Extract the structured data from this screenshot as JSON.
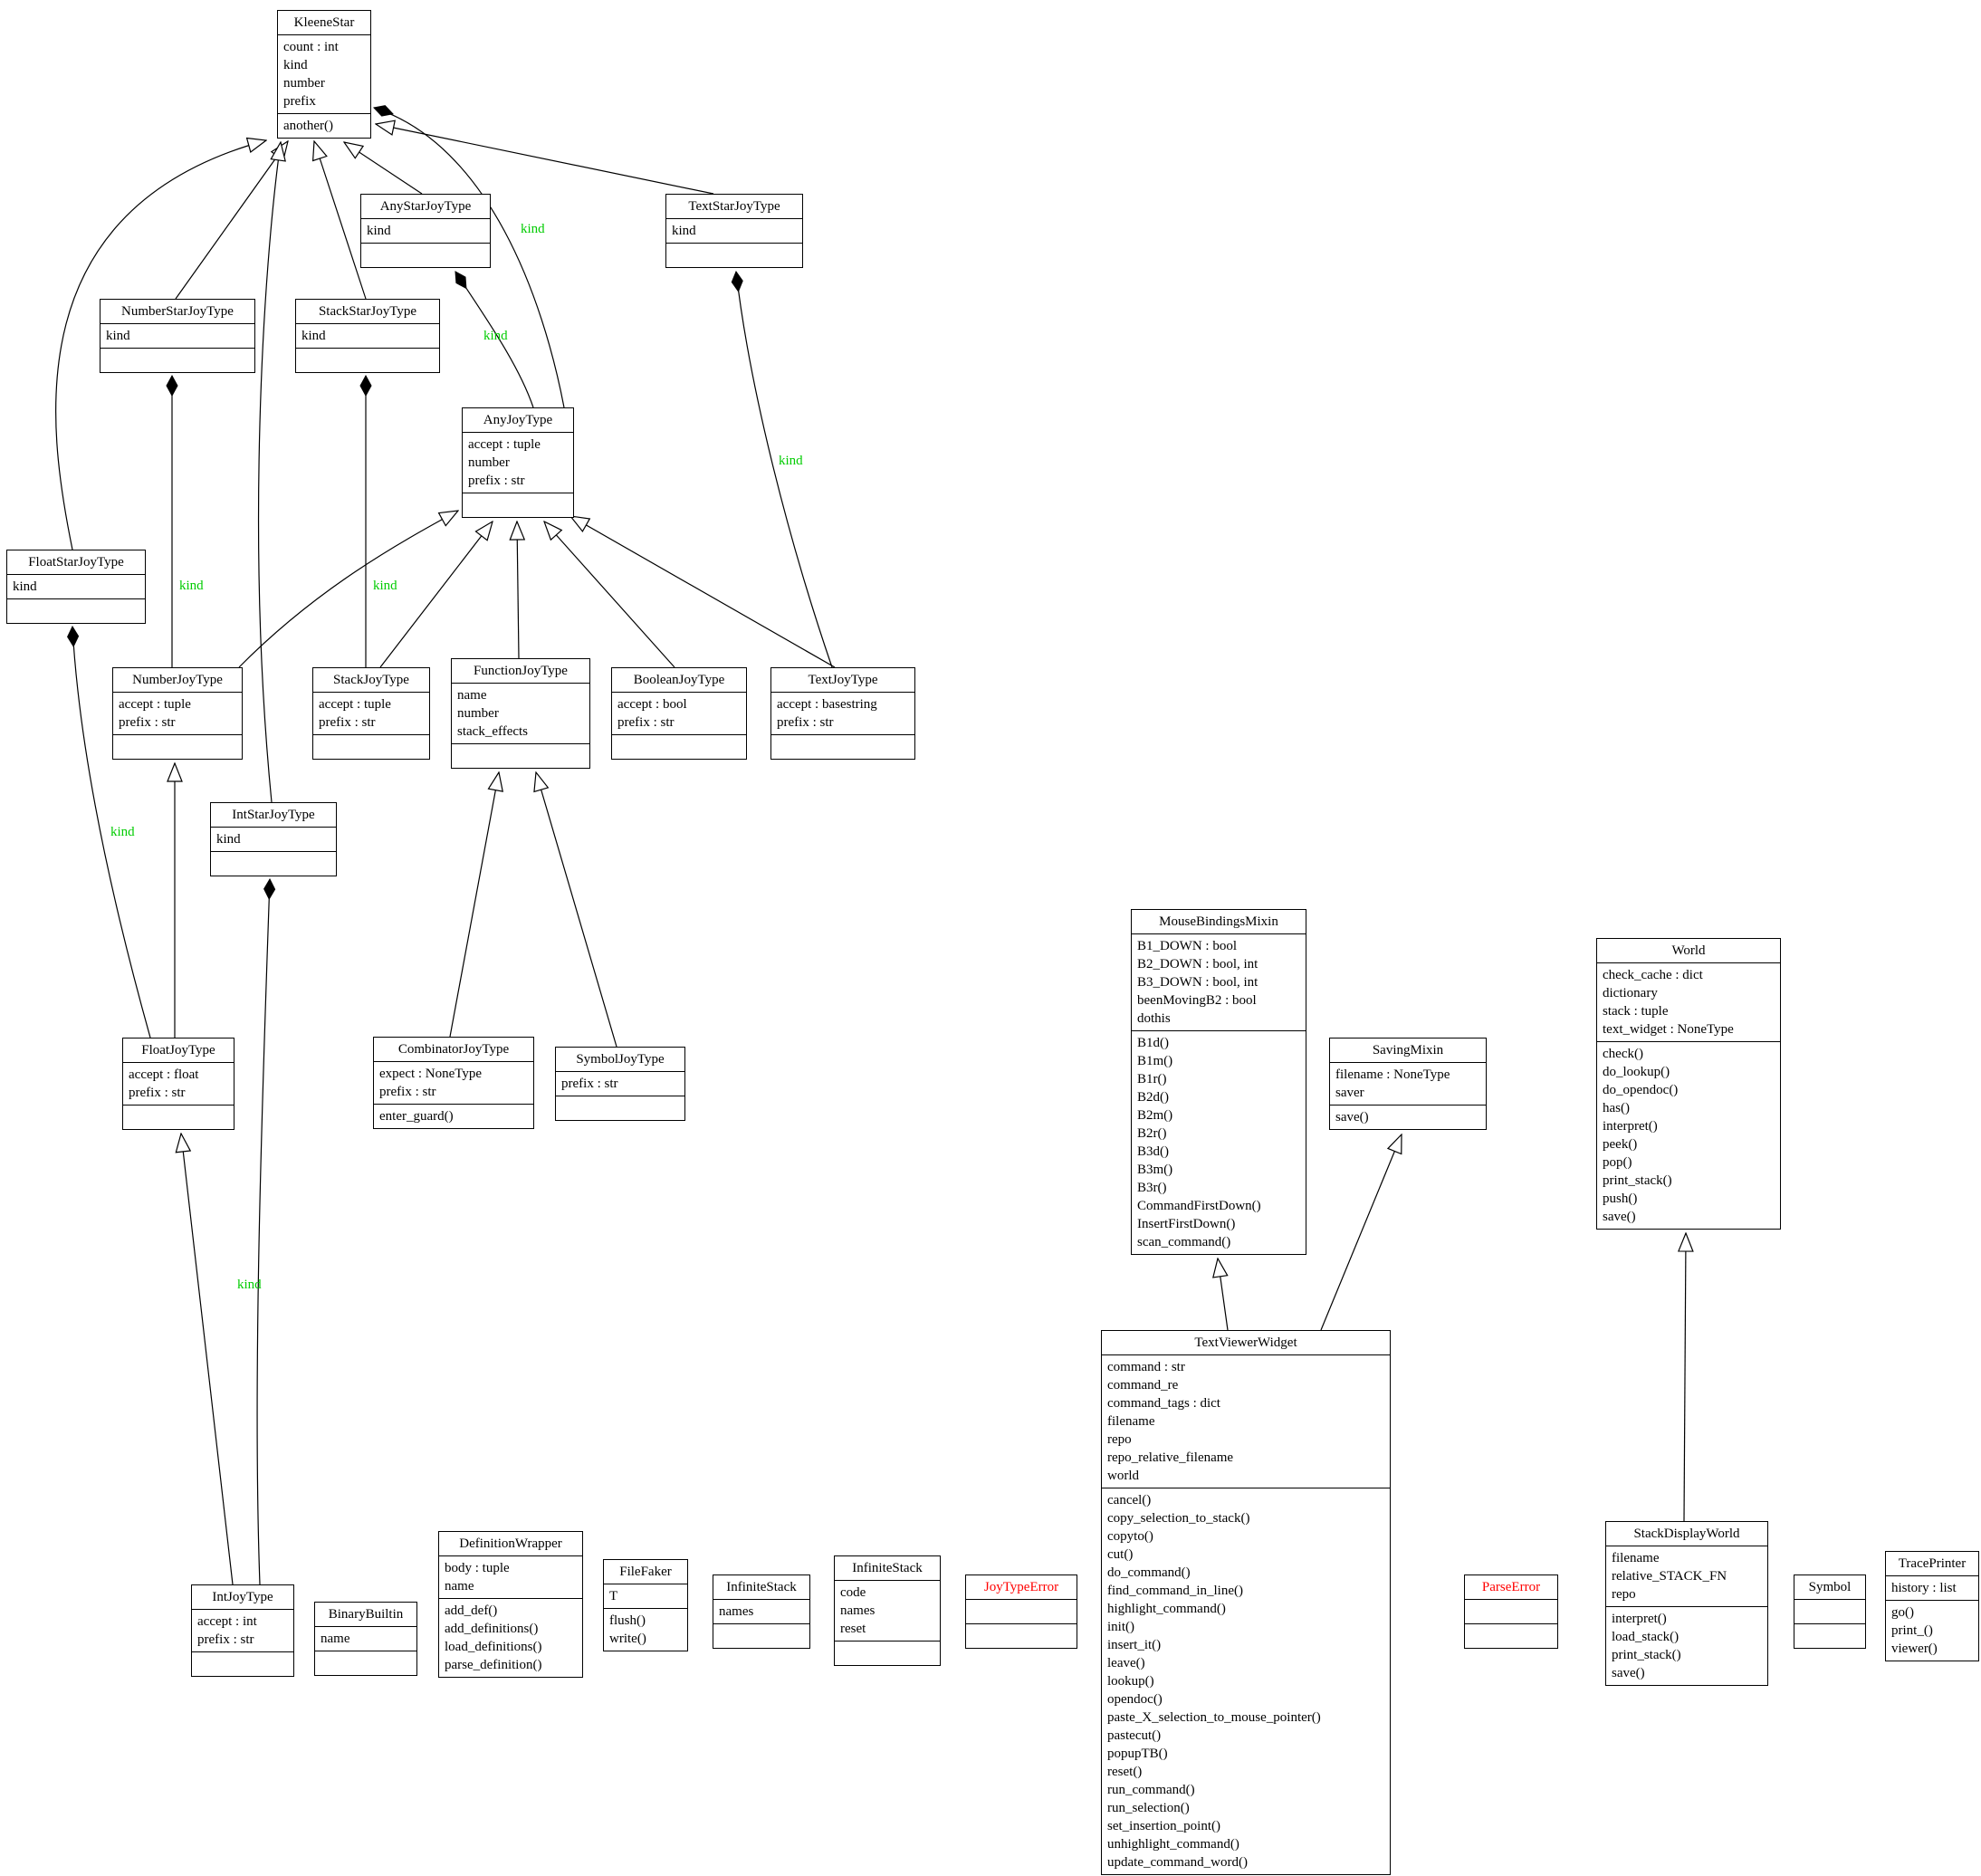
{
  "edge_label": "kind",
  "colors": {
    "error_class_title": "#ff0000",
    "kind_label": "#00cc00",
    "edge": "#000000",
    "box_border": "#000000",
    "box_background": "#ffffff"
  },
  "classes": {
    "KleeneStar": {
      "name": "KleeneStar",
      "attributes": [
        "count : int",
        "kind",
        "number",
        "prefix"
      ],
      "methods": [
        "another()"
      ]
    },
    "AnyStarJoyType": {
      "name": "AnyStarJoyType",
      "attributes": [
        "kind"
      ],
      "methods": []
    },
    "TextStarJoyType": {
      "name": "TextStarJoyType",
      "attributes": [
        "kind"
      ],
      "methods": []
    },
    "NumberStarJoyType": {
      "name": "NumberStarJoyType",
      "attributes": [
        "kind"
      ],
      "methods": []
    },
    "StackStarJoyType": {
      "name": "StackStarJoyType",
      "attributes": [
        "kind"
      ],
      "methods": []
    },
    "AnyJoyType": {
      "name": "AnyJoyType",
      "attributes": [
        "accept : tuple",
        "number",
        "prefix : str"
      ],
      "methods": []
    },
    "FloatStarJoyType": {
      "name": "FloatStarJoyType",
      "attributes": [
        "kind"
      ],
      "methods": []
    },
    "NumberJoyType": {
      "name": "NumberJoyType",
      "attributes": [
        "accept : tuple",
        "prefix : str"
      ],
      "methods": []
    },
    "StackJoyType": {
      "name": "StackJoyType",
      "attributes": [
        "accept : tuple",
        "prefix : str"
      ],
      "methods": []
    },
    "FunctionJoyType": {
      "name": "FunctionJoyType",
      "attributes": [
        "name",
        "number",
        "stack_effects"
      ],
      "methods": []
    },
    "BooleanJoyType": {
      "name": "BooleanJoyType",
      "attributes": [
        "accept : bool",
        "prefix : str"
      ],
      "methods": []
    },
    "TextJoyType": {
      "name": "TextJoyType",
      "attributes": [
        "accept : basestring",
        "prefix : str"
      ],
      "methods": []
    },
    "IntStarJoyType": {
      "name": "IntStarJoyType",
      "attributes": [
        "kind"
      ],
      "methods": []
    },
    "FloatJoyType": {
      "name": "FloatJoyType",
      "attributes": [
        "accept : float",
        "prefix : str"
      ],
      "methods": []
    },
    "CombinatorJoyType": {
      "name": "CombinatorJoyType",
      "attributes": [
        "expect : NoneType",
        "prefix : str"
      ],
      "methods": [
        "enter_guard()"
      ]
    },
    "SymbolJoyType": {
      "name": "SymbolJoyType",
      "attributes": [
        "prefix : str"
      ],
      "methods": []
    },
    "MouseBindingsMixin": {
      "name": "MouseBindingsMixin",
      "attributes": [
        "B1_DOWN : bool",
        "B2_DOWN : bool, int",
        "B3_DOWN : bool, int",
        "beenMovingB2 : bool",
        "dothis"
      ],
      "methods": [
        "B1d()",
        "B1m()",
        "B1r()",
        "B2d()",
        "B2m()",
        "B2r()",
        "B3d()",
        "B3m()",
        "B3r()",
        "CommandFirstDown()",
        "InsertFirstDown()",
        "scan_command()"
      ]
    },
    "SavingMixin": {
      "name": "SavingMixin",
      "attributes": [
        "filename : NoneType",
        "saver"
      ],
      "methods": [
        "save()"
      ]
    },
    "World": {
      "name": "World",
      "attributes": [
        "check_cache : dict",
        "dictionary",
        "stack : tuple",
        "text_widget : NoneType"
      ],
      "methods": [
        "check()",
        "do_lookup()",
        "do_opendoc()",
        "has()",
        "interpret()",
        "peek()",
        "pop()",
        "print_stack()",
        "push()",
        "save()"
      ]
    },
    "TextViewerWidget": {
      "name": "TextViewerWidget",
      "attributes": [
        "command : str",
        "command_re",
        "command_tags : dict",
        "filename",
        "repo",
        "repo_relative_filename",
        "world"
      ],
      "methods": [
        "cancel()",
        "copy_selection_to_stack()",
        "copyto()",
        "cut()",
        "do_command()",
        "find_command_in_line()",
        "highlight_command()",
        "init()",
        "insert_it()",
        "leave()",
        "lookup()",
        "opendoc()",
        "paste_X_selection_to_mouse_pointer()",
        "pastecut()",
        "popupTB()",
        "reset()",
        "run_command()",
        "run_selection()",
        "set_insertion_point()",
        "unhighlight_command()",
        "update_command_word()"
      ]
    },
    "IntJoyType": {
      "name": "IntJoyType",
      "attributes": [
        "accept : int",
        "prefix : str"
      ],
      "methods": []
    },
    "BinaryBuiltin": {
      "name": "BinaryBuiltin",
      "attributes": [
        "name"
      ],
      "methods": []
    },
    "DefinitionWrapper": {
      "name": "DefinitionWrapper",
      "attributes": [
        "body : tuple",
        "name"
      ],
      "methods": [
        "add_def()",
        "add_definitions()",
        "load_definitions()",
        "parse_definition()"
      ]
    },
    "FileFaker": {
      "name": "FileFaker",
      "attributes": [
        "T"
      ],
      "methods": [
        "flush()",
        "write()"
      ]
    },
    "InfiniteStack1": {
      "name": "InfiniteStack",
      "attributes": [
        "names"
      ],
      "methods": []
    },
    "InfiniteStack2": {
      "name": "InfiniteStack",
      "attributes": [
        "code",
        "names",
        "reset"
      ],
      "methods": []
    },
    "JoyTypeError": {
      "name": "JoyTypeError",
      "attributes": [],
      "methods": []
    },
    "ParseError": {
      "name": "ParseError",
      "attributes": [],
      "methods": []
    },
    "StackDisplayWorld": {
      "name": "StackDisplayWorld",
      "attributes": [
        "filename",
        "relative_STACK_FN",
        "repo"
      ],
      "methods": [
        "interpret()",
        "load_stack()",
        "print_stack()",
        "save()"
      ]
    },
    "Symbol": {
      "name": "Symbol",
      "attributes": [],
      "methods": []
    },
    "TracePrinter": {
      "name": "TracePrinter",
      "attributes": [
        "history : list"
      ],
      "methods": [
        "go()",
        "print_()",
        "viewer()"
      ]
    }
  },
  "relations": [
    {
      "from": "AnyStarJoyType",
      "to": "KleeneStar",
      "type": "inheritance"
    },
    {
      "from": "TextStarJoyType",
      "to": "KleeneStar",
      "type": "inheritance"
    },
    {
      "from": "NumberStarJoyType",
      "to": "KleeneStar",
      "type": "inheritance"
    },
    {
      "from": "StackStarJoyType",
      "to": "KleeneStar",
      "type": "inheritance"
    },
    {
      "from": "FloatStarJoyType",
      "to": "KleeneStar",
      "type": "inheritance"
    },
    {
      "from": "IntStarJoyType",
      "to": "KleeneStar",
      "type": "inheritance"
    },
    {
      "from": "NumberJoyType",
      "to": "AnyJoyType",
      "type": "inheritance"
    },
    {
      "from": "StackJoyType",
      "to": "AnyJoyType",
      "type": "inheritance"
    },
    {
      "from": "FunctionJoyType",
      "to": "AnyJoyType",
      "type": "inheritance"
    },
    {
      "from": "BooleanJoyType",
      "to": "AnyJoyType",
      "type": "inheritance"
    },
    {
      "from": "TextJoyType",
      "to": "AnyJoyType",
      "type": "inheritance"
    },
    {
      "from": "FloatJoyType",
      "to": "NumberJoyType",
      "type": "inheritance"
    },
    {
      "from": "IntJoyType",
      "to": "FloatJoyType",
      "type": "inheritance"
    },
    {
      "from": "CombinatorJoyType",
      "to": "FunctionJoyType",
      "type": "inheritance"
    },
    {
      "from": "SymbolJoyType",
      "to": "FunctionJoyType",
      "type": "inheritance"
    },
    {
      "from": "TextViewerWidget",
      "to": "MouseBindingsMixin",
      "type": "inheritance"
    },
    {
      "from": "TextViewerWidget",
      "to": "SavingMixin",
      "type": "inheritance"
    },
    {
      "from": "StackDisplayWorld",
      "to": "World",
      "type": "inheritance"
    },
    {
      "owner": "KleeneStar",
      "part": "AnyJoyType",
      "type": "aggregation",
      "label": "kind"
    },
    {
      "owner": "AnyStarJoyType",
      "part": "AnyJoyType",
      "type": "aggregation",
      "label": "kind"
    },
    {
      "owner": "NumberStarJoyType",
      "part": "NumberJoyType",
      "type": "aggregation",
      "label": "kind"
    },
    {
      "owner": "StackStarJoyType",
      "part": "StackJoyType",
      "type": "aggregation",
      "label": "kind"
    },
    {
      "owner": "TextStarJoyType",
      "part": "TextJoyType",
      "type": "aggregation",
      "label": "kind"
    },
    {
      "owner": "FloatStarJoyType",
      "part": "FloatJoyType",
      "type": "aggregation",
      "label": "kind"
    },
    {
      "owner": "IntStarJoyType",
      "part": "IntJoyType",
      "type": "aggregation",
      "label": "kind"
    }
  ]
}
